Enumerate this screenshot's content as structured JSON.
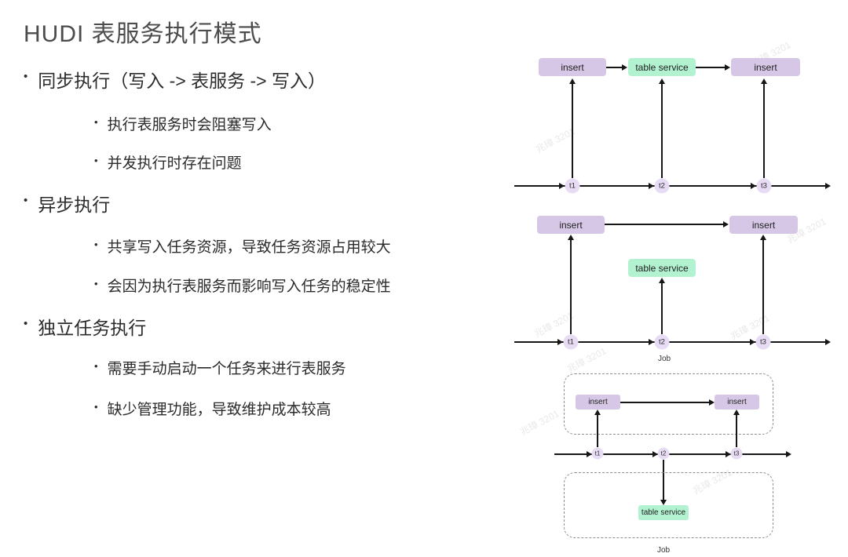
{
  "slide": {
    "title": "HUDI 表服务执行模式"
  },
  "outline": {
    "items": [
      {
        "label": "同步执行（写入 -> 表服务 -> 写入）",
        "children": [
          "执行表服务时会阻塞写入",
          "并发执行时存在问题"
        ]
      },
      {
        "label": "异步执行",
        "children": [
          "共享写入任务资源，导致任务资源占用较大",
          "会因为执行表服务而影响写入任务的稳定性"
        ]
      },
      {
        "label": "独立任务执行",
        "children": [
          "需要手动启动一个任务来进行表服务",
          "缺少管理功能，导致维护成本较高"
        ]
      }
    ]
  },
  "diagram_sync": {
    "box_insert_left": "insert",
    "box_table_service": "table service",
    "box_insert_right": "insert",
    "t1": "t1",
    "t2": "t2",
    "t3": "t3"
  },
  "diagram_async": {
    "box_insert_left": "insert",
    "box_insert_right": "insert",
    "box_table_service": "table service",
    "t1": "t1",
    "t2": "t2",
    "t3": "t3",
    "job_label": "Job"
  },
  "diagram_independent": {
    "box_insert_left": "insert",
    "box_insert_right": "insert",
    "box_table_service": "table service",
    "t1": "t1",
    "t2": "t2",
    "t3": "t3",
    "job_label": "Job"
  },
  "watermark": {
    "text": "兆璋 3201"
  },
  "colors": {
    "insert_box": "#d7c7e7",
    "table_service_box": "#b2f2d1",
    "timeline_node": "#e8dcf4",
    "line": "#161616",
    "heading_text": "#4c4c4c",
    "body_text": "#2b2b2b"
  }
}
